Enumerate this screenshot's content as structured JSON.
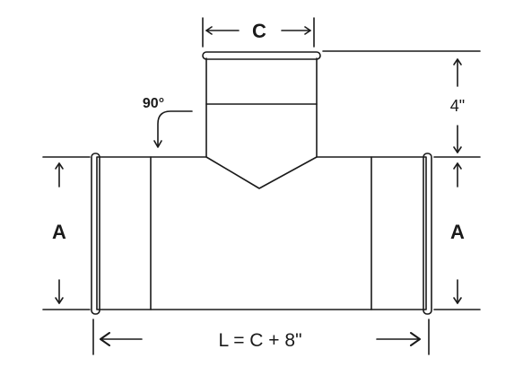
{
  "diagram": {
    "labels": {
      "branch_width": "C",
      "angle": "90°",
      "branch_height": "4\"",
      "main_diameter_left": "A",
      "main_diameter_right": "A",
      "length_formula": "L = C + 8\""
    },
    "arrows": {
      "left_arrow": "←",
      "right_arrow": "→",
      "up_arrow": "↑",
      "down_arrow": "↓"
    }
  },
  "colors": {
    "ink": "#1a1a1a",
    "background": "#ffffff"
  }
}
